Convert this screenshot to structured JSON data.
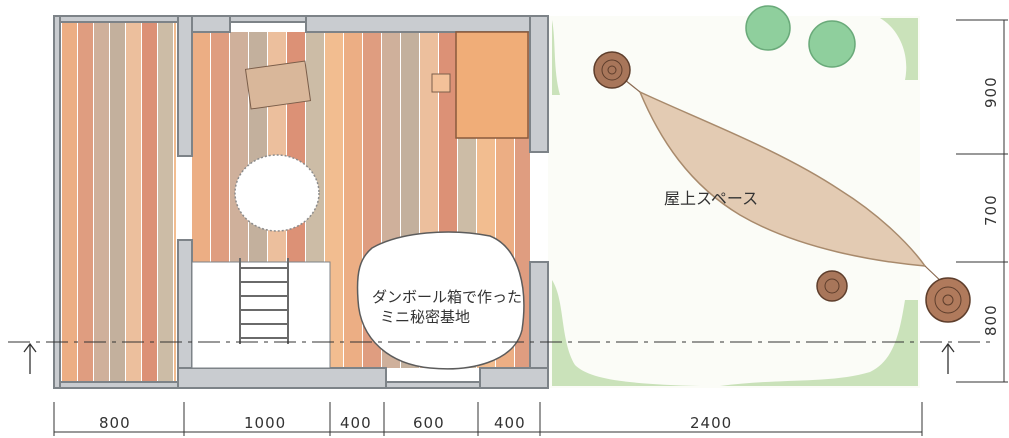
{
  "labels": {
    "rooftop": "屋上スペース",
    "cardboard_line1": "ダンボール箱で作った",
    "cardboard_line2": "ミニ秘密基地"
  },
  "dimensions_bottom": [
    "800",
    "1000",
    "400",
    "600",
    "400",
    "2400"
  ],
  "dimensions_right": [
    "900",
    "700",
    "800"
  ],
  "colors": {
    "wall": "#7d8388",
    "wall_fill": "#c9ccd0",
    "rooftop_bg": "#fbfcf7",
    "grass": "#b9d9a5",
    "hammock": "#e3cbb3",
    "stump": "#a8765a",
    "tree": "#8fcf9d",
    "plank_palette": [
      "#e9a06e",
      "#d98c6a",
      "#c7a28a",
      "#b9a28c",
      "#e9b48c",
      "#d67e5e",
      "#c3b096",
      "#f0b27d"
    ]
  },
  "icons": [
    "section-arrow-icon",
    "ladder-icon",
    "rug-icon",
    "tree-icon",
    "stump-icon",
    "hammock-icon"
  ]
}
